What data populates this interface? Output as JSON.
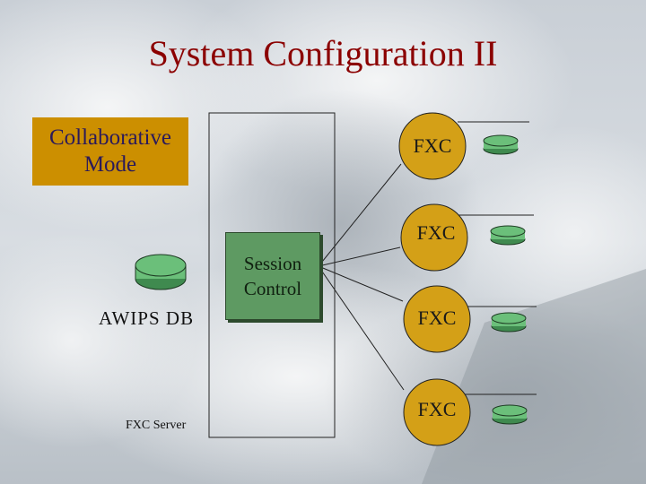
{
  "title": "System Configuration II",
  "mode_box": {
    "line1": "Collaborative",
    "line2": "Mode"
  },
  "session_control": {
    "line1": "Session",
    "line2": "Control"
  },
  "database": {
    "label": "AWIPS DB"
  },
  "server": {
    "label": "FXC Server"
  },
  "clients": [
    {
      "label": "FXC"
    },
    {
      "label": "FXC"
    },
    {
      "label": "FXC"
    },
    {
      "label": "FXC"
    }
  ],
  "colors": {
    "title": "#8b0000",
    "mode_box": "#cc8f00",
    "session_box": "#5e9a62",
    "fxc_circle": "#d4a017",
    "disk": "#6bbf7a"
  }
}
